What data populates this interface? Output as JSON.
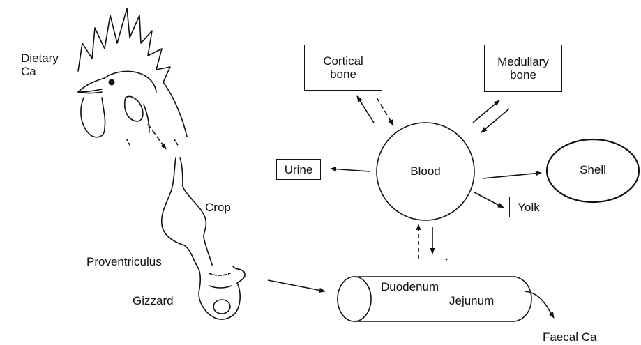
{
  "labels": {
    "dietary_ca_1": "Dietary",
    "dietary_ca_2": "Ca",
    "crop": "Crop",
    "proventriculus": "Proventriculus",
    "gizzard": "Gizzard",
    "cortical_bone_1": "Cortical",
    "cortical_bone_2": "bone",
    "medullary_bone_1": "Medullary",
    "medullary_bone_2": "bone",
    "urine": "Urine",
    "blood": "Blood",
    "shell": "Shell",
    "yolk": "Yolk",
    "duodenum": "Duodenum",
    "jejunum": "Jejunum",
    "faecal_ca": "Faecal Ca"
  },
  "colors": {
    "ink": "#111111",
    "background": "#ffffff"
  }
}
